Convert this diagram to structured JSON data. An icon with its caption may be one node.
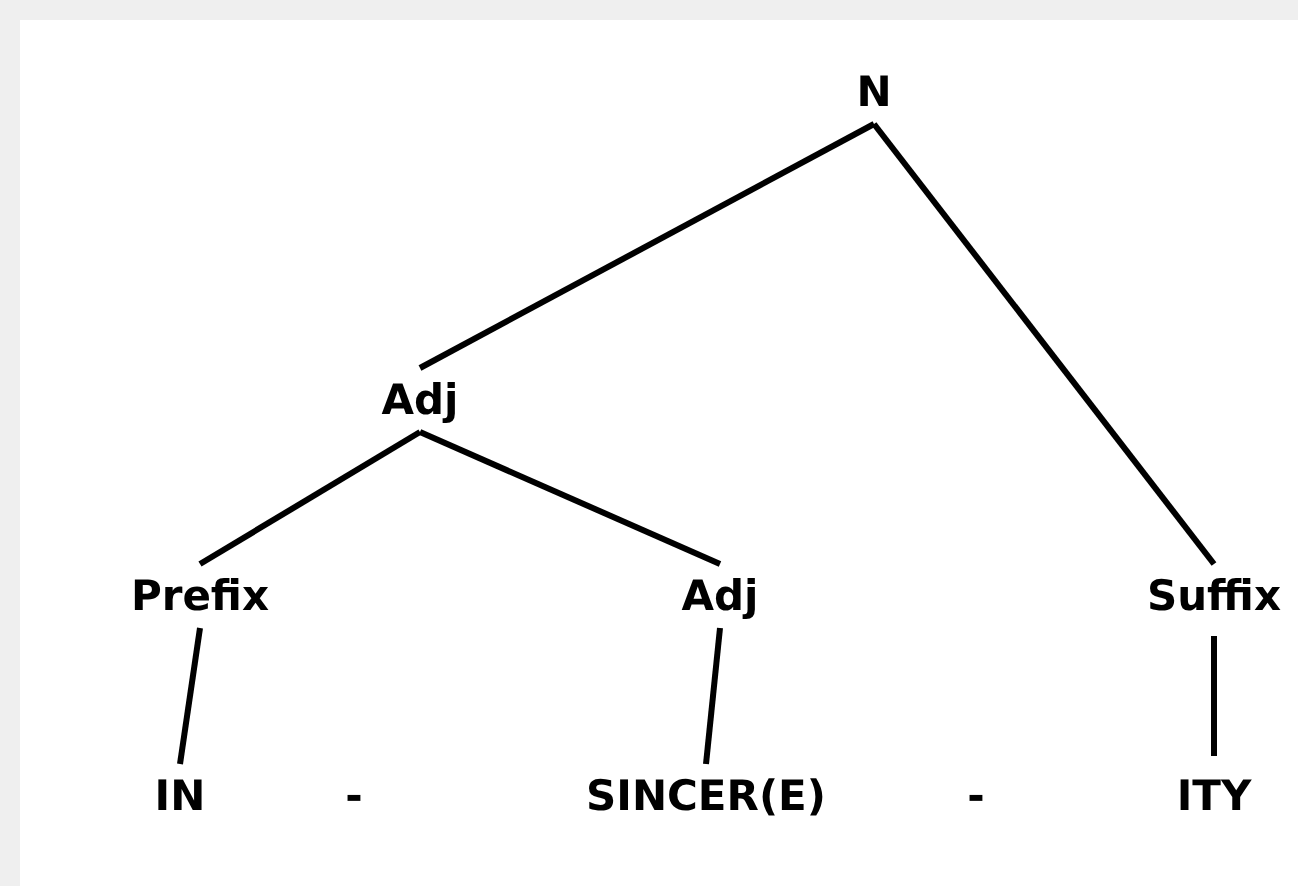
{
  "diagram": {
    "nodes": [
      {
        "text": [
          "N"
        ]
      },
      {
        "text": [
          "Adj"
        ]
      },
      {
        "text": [
          "Prefix"
        ]
      },
      {
        "text": [
          "Adj"
        ]
      },
      {
        "text": [
          "Suffix"
        ]
      },
      {
        "text": [
          "IN"
        ]
      },
      {
        "text": [
          "SINCER(E)"
        ]
      },
      {
        "text": [
          "ITY"
        ]
      }
    ],
    "edges": [
      {
        "from": 0,
        "to": 1,
        "arrow": "none"
      },
      {
        "from": 0,
        "to": 4,
        "arrow": "none"
      },
      {
        "from": 1,
        "to": 2,
        "arrow": "none"
      },
      {
        "from": 1,
        "to": 3,
        "arrow": "none"
      },
      {
        "from": 2,
        "to": 5,
        "arrow": "none"
      },
      {
        "from": 3,
        "to": 6,
        "arrow": "none"
      },
      {
        "from": 4,
        "to": 7,
        "arrow": "none"
      }
    ],
    "labels": [
      "-",
      "-"
    ]
  }
}
